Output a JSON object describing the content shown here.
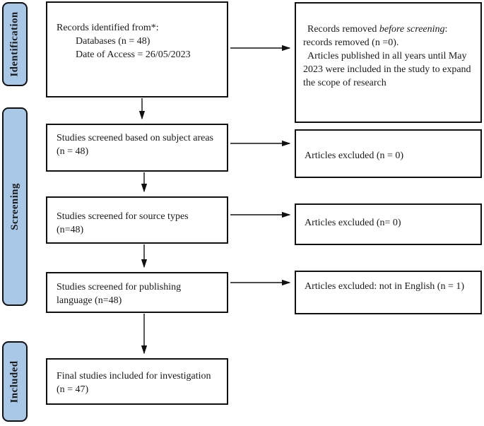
{
  "diagram_type": "prisma-flow-diagram",
  "sidebar": {
    "identification_label": "Identification",
    "screening_label": "Screening",
    "included_label": "Included"
  },
  "flow": {
    "records_identified": {
      "line1": "Records identified from*:",
      "line2": "Databases (n = 48)",
      "line3": "Date of Access = 26/05/2023"
    },
    "records_removed": {
      "line1_pre": "Records removed ",
      "line1_italic": "before screening",
      "line1_post": ":",
      "line2": "records removed (n =0).",
      "note": "Articles published in all years until May 2023 were included in the study to expand the scope of research"
    },
    "screened_subject": {
      "line1": "Studies screened based on subject areas",
      "line2": "(n = 48)"
    },
    "excluded_subject": {
      "text": "Articles excluded (n = 0)"
    },
    "screened_source": {
      "line1": "Studies screened for source types",
      "line2": "(n=48)"
    },
    "excluded_source": {
      "text": "Articles excluded (n= 0)"
    },
    "screened_language": {
      "text": "Studies screened for publishing language (n=48)"
    },
    "excluded_language": {
      "text": "Articles excluded: not in English (n = 1)"
    },
    "final_included": {
      "text": "Final studies included for investigation (n = 47)"
    }
  },
  "colors": {
    "stage_fill": "#A9C8E8",
    "border": "#111111",
    "box_background": "#FFFFFF"
  }
}
